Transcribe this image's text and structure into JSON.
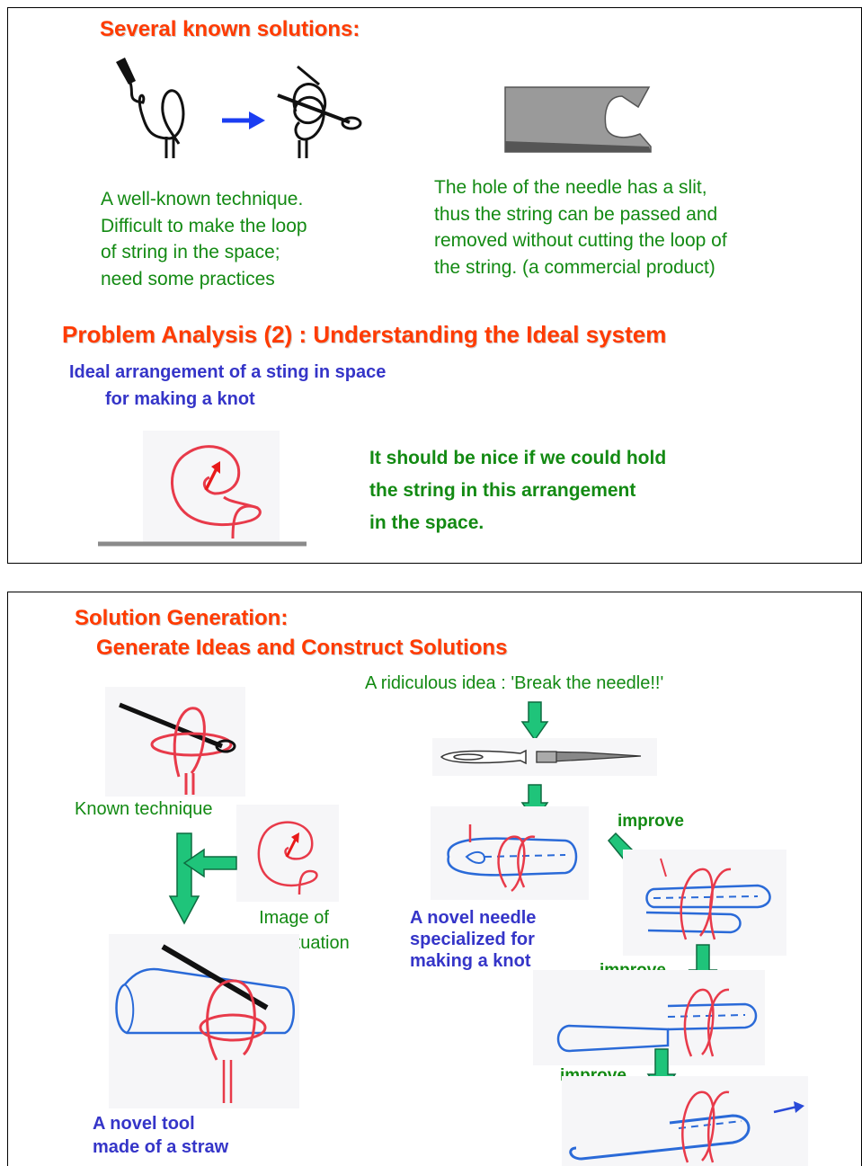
{
  "panel1": {
    "heading": "Several known solutions:",
    "known_technique_text": [
      "A well-known technique.",
      "Difficult to make the loop",
      "of string in the space;",
      "need some practices"
    ],
    "slit_needle_text": [
      "The hole of the needle has a slit,",
      "thus the string can be passed and",
      "removed without cutting the loop of",
      "the string.  (a commercial product)"
    ],
    "analysis_heading": "Problem Analysis (2) :  Understanding the Ideal system",
    "ideal_subheading": [
      "Ideal arrangement of a sting in space",
      "for making a knot"
    ],
    "ideal_text": [
      "It should be nice if we could hold",
      "the string in this arrangement",
      "in the space."
    ]
  },
  "panel2": {
    "heading": [
      "Solution Generation:",
      "Generate Ideas and Construct Solutions"
    ],
    "ridiculous_idea": "A ridiculous idea : 'Break the needle!!'",
    "known_technique": "Known technique",
    "image_of_ideal": [
      "Image of",
      "Ideal situation"
    ],
    "novel_needle": [
      "A novel needle",
      "specialized for",
      "making a knot"
    ],
    "novel_tool": [
      "A novel tool",
      "made of a straw"
    ],
    "improve_labels": [
      "improve",
      "improve",
      "improve"
    ]
  },
  "colors": {
    "heading_orange": "#ff3b00",
    "text_green": "#138a13",
    "text_blue": "#3535c8",
    "arrow_green": "#1fc47a",
    "string_red": "#e83a4a",
    "needle_blue": "#2a6ad8"
  }
}
